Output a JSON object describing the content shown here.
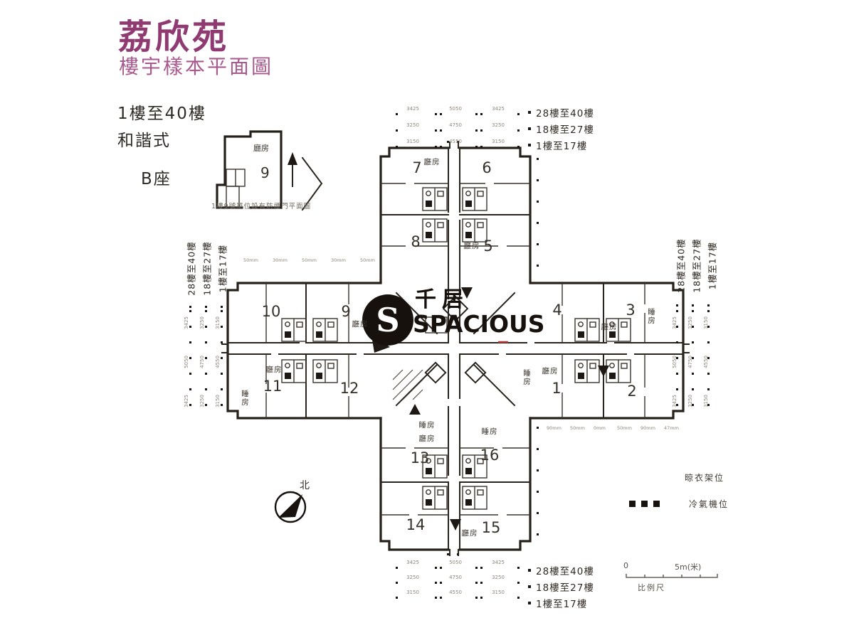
{
  "title": {
    "main": "荔欣苑",
    "subtitle": "樓宇樣本平面圖"
  },
  "meta": {
    "floors": "1樓至40樓",
    "scheme": "和諧式",
    "block": "B座"
  },
  "inset": {
    "unit_no": "9",
    "room": "廳房",
    "caption": "1樓9號單位設有防煙門平面圖"
  },
  "watermark": {
    "letter": "S",
    "cn": "千居",
    "en": "SPACIOUS"
  },
  "floor_ranges": [
    "28樓至40樓",
    "18樓至27樓",
    "1樓至17樓"
  ],
  "units": [
    "7",
    "6",
    "8",
    "5",
    "10",
    "9",
    "11",
    "12",
    "4",
    "3",
    "1",
    "2",
    "13",
    "16",
    "14",
    "15"
  ],
  "room_labels": [
    "廳房",
    "廳房",
    "廳房",
    "廳房",
    "廳房",
    "廳房",
    "廳房",
    "廳房",
    "睡房",
    "睡房",
    "睡房",
    "睡房",
    "睡房"
  ],
  "compass": {
    "north": "北"
  },
  "legend": {
    "items": [
      "晾衣架位",
      "冷氣機位"
    ]
  },
  "scale": {
    "zero": "0",
    "end": "5m(米)",
    "caption": "比例尺"
  },
  "dims": {
    "h_rows": [
      [
        "3425",
        "5050",
        "3425"
      ],
      [
        "3250",
        "4750",
        "3250"
      ],
      [
        "3150",
        "4550",
        "3150"
      ]
    ],
    "v_cols": [
      [
        "3425",
        "5050",
        "3425"
      ],
      [
        "3250",
        "4750",
        "3250"
      ],
      [
        "3150",
        "4550",
        "3150"
      ]
    ],
    "right_wing_row": [
      "90mm",
      "50mm",
      "0mm",
      "50mm",
      "90mm",
      "47mm"
    ],
    "left_wing_row": [
      "50mm",
      "30mm",
      "50mm",
      "30mm",
      "50mm"
    ]
  },
  "colors": {
    "accent": "#903a72",
    "ink": "#26201a"
  }
}
